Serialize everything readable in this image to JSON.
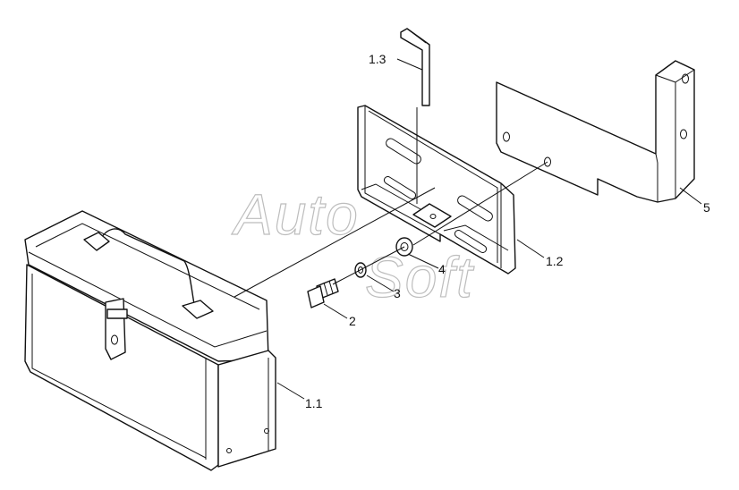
{
  "watermark": {
    "part1": "Auto",
    "part2": "Soft"
  },
  "callouts": {
    "p1_1": "1.1",
    "p1_2": "1.2",
    "p1_3": "1.3",
    "p2": "2",
    "p3": "3",
    "p4": "4",
    "p5": "5"
  },
  "colors": {
    "line": "#111111",
    "watermark": "#bdbdbd",
    "background": "#ffffff"
  }
}
